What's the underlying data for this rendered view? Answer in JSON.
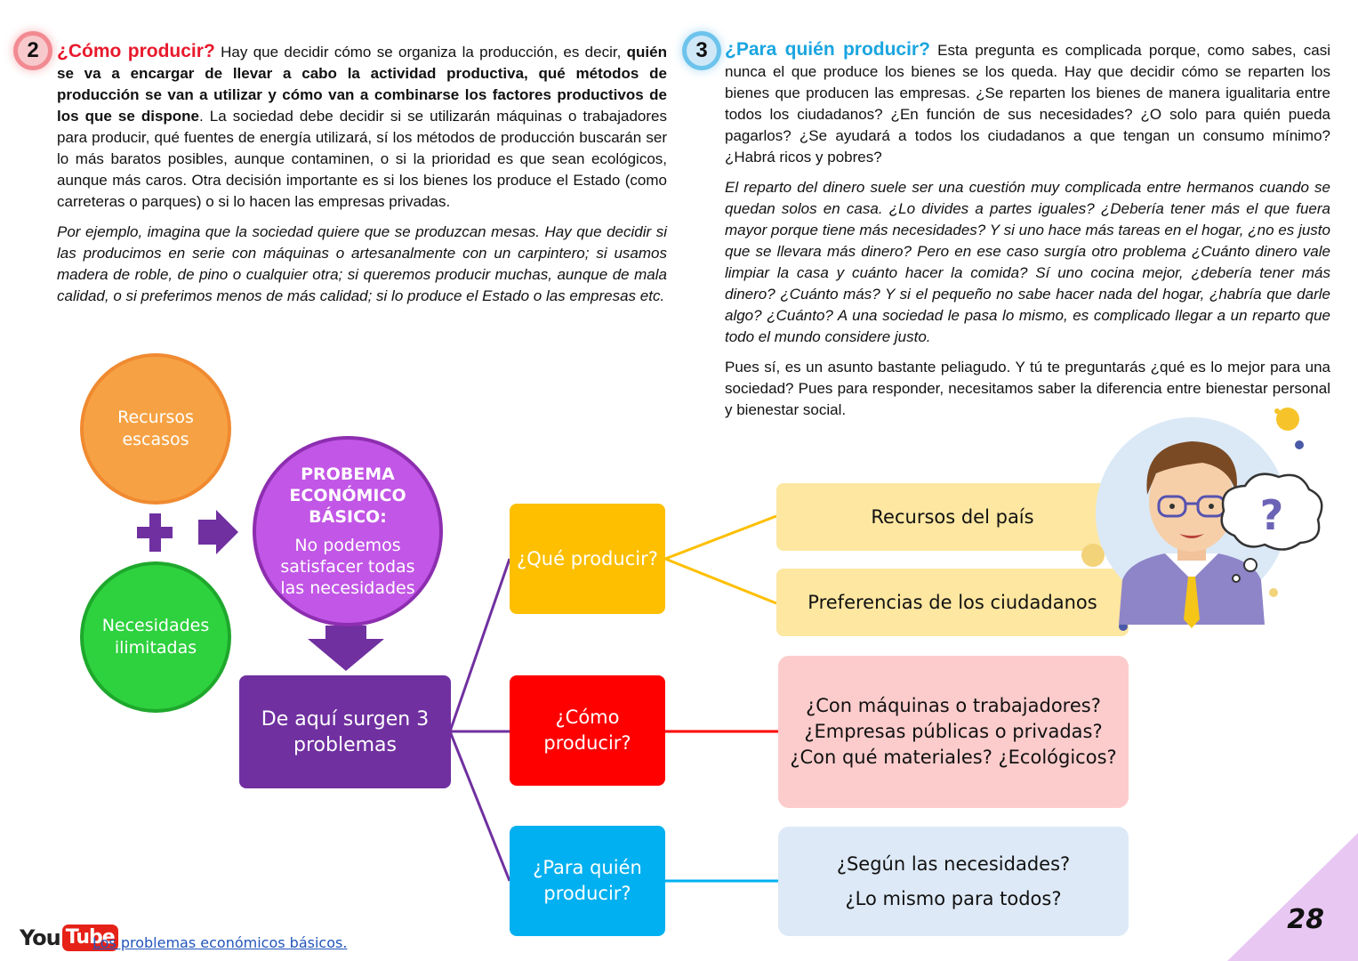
{
  "section2": {
    "number": "2",
    "title": "¿Cómo producir?",
    "intro": "Hay que decidir cómo se organiza la producción, es decir,",
    "bold": "quién se va a encargar de llevar a cabo la actividad productiva, qué métodos de producción se van a utilizar y cómo van a combinarse los factores productivos de los que se dispone",
    "rest": ". La sociedad debe decidir si se utilizarán máquinas o trabajadores para producir, qué fuentes de energía utilizará, sí los métodos de producción buscarán ser lo más baratos posibles, aunque contaminen, o si la prioridad es que sean ecológicos, aunque más caros. Otra decisión importante es si los bienes los produce el Estado (como carreteras o parques) o si lo hacen las empresas privadas.",
    "example": "Por ejemplo, imagina que la sociedad quiere que se produzcan mesas. Hay que decidir si las producimos en serie con máquinas o artesanalmente con un carpintero; si usamos madera de roble, de pino o cualquier otra; si queremos producir muchas, aunque de mala calidad, o si preferimos menos de más calidad; si lo produce el Estado o las empresas etc."
  },
  "section3": {
    "number": "3",
    "title": "¿Para quién producir?",
    "intro": "Esta pregunta es complicada porque, como sabes, casi nunca el que produce los bienes se los queda. Hay que decidir cómo se reparten los bienes que producen las empresas. ¿Se reparten los bienes de manera igualitaria entre todos los ciudadanos? ¿En función de sus necesidades? ¿O solo para quién pueda pagarlos? ¿Se ayudará a todos los ciudadanos a que tengan un consumo mínimo?  ¿Habrá ricos y pobres?",
    "example": "El reparto del dinero suele ser una cuestión muy complicada entre hermanos cuando se quedan solos en casa. ¿Lo divides a partes iguales? ¿Debería tener más el que fuera mayor porque tiene más necesidades? Y si uno hace más tareas en el hogar, ¿no es justo que se llevara más dinero? Pero en ese caso surgía otro problema ¿Cuánto dinero vale limpiar la casa y cuánto hacer la comida? Sí uno cocina mejor, ¿debería tener más dinero? ¿Cuánto más? Y si el pequeño no sabe hacer nada del hogar, ¿habría que darle algo? ¿Cuánto? A una sociedad le pasa lo mismo, es complicado llegar a un reparto que todo el mundo considere justo.",
    "closing": "Pues sí, es un asunto bastante peliagudo. Y tú te preguntarás ¿qué es lo mejor para una sociedad? Pues para responder, necesitamos saber la diferencia entre bienestar personal y bienestar social."
  },
  "diagram": {
    "recursos": [
      "Recursos",
      "escasos"
    ],
    "necesidades": [
      "Necesidades",
      "ilimitadas"
    ],
    "problema_title": [
      "PROBEMA",
      "ECONÓMICO",
      "BÁSICO:"
    ],
    "problema_body": [
      "No podemos",
      "satisfacer todas",
      "las necesidades"
    ],
    "surgen": [
      "De aquí surgen 3",
      "problemas"
    ],
    "que": "¿Qué producir?",
    "como": [
      "¿Cómo",
      "producir?"
    ],
    "para": [
      "¿Para quién",
      "producir?"
    ],
    "recursos_pais": "Recursos del país",
    "preferencias": "Preferencias de los ciudadanos",
    "como_answers": [
      "¿Con máquinas o trabajadores?",
      "¿Empresas públicas o privadas?",
      "¿Con qué materiales? ¿Ecológicos?"
    ],
    "para_answers": [
      "¿Según las necesidades?",
      "¿Lo mismo para todos?"
    ],
    "thought_symbol": "?"
  },
  "footer": {
    "yt_you": "You",
    "yt_tube": "Tube",
    "link": "Los problemas económicos básicos.",
    "page": "28"
  },
  "colors": {
    "orange": "#f6a244",
    "green": "#2ed13e",
    "violet": "#c256e6",
    "purple": "#7030a0",
    "yellow": "#fdbf00",
    "red": "#fe0000",
    "blue": "#00b0f0",
    "pale_yellow": "#fde7a1",
    "pale_pink": "#fccccc",
    "pale_blue": "#dde9f6"
  }
}
